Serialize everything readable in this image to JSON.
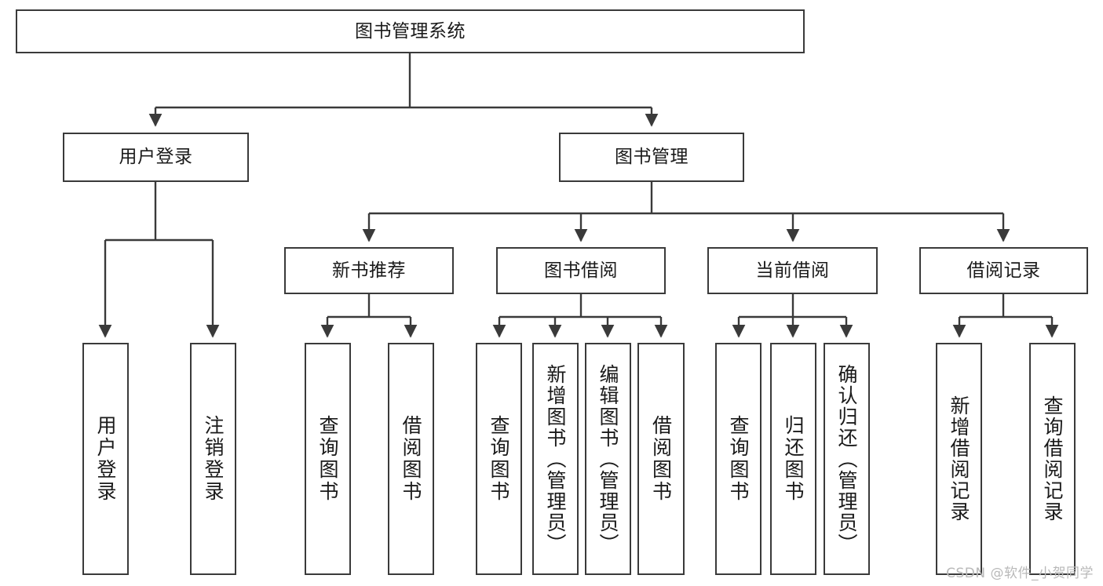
{
  "diagram": {
    "title": "图书管理系统",
    "type": "hierarchy-tree",
    "watermark": "CSDN @软件_小贺同学",
    "colors": {
      "box_border": "#3a3a3a",
      "box_fill": "#ffffff",
      "edge": "#3a3a3a",
      "text": "#1a1a1a",
      "watermark": "#b9b9b9"
    },
    "root": {
      "label": "图书管理系统"
    },
    "level2": [
      {
        "id": "user-login",
        "label": "用户登录"
      },
      {
        "id": "book-management",
        "label": "图书管理"
      }
    ],
    "level3": [
      {
        "id": "new-book-recommend",
        "label": "新书推荐"
      },
      {
        "id": "book-borrow",
        "label": "图书借阅"
      },
      {
        "id": "current-borrow",
        "label": "当前借阅"
      },
      {
        "id": "borrow-record",
        "label": "借阅记录"
      }
    ],
    "leaves": {
      "user_login": [
        {
          "id": "leaf-user-login",
          "label": "用户登录"
        },
        {
          "id": "leaf-logout-login",
          "label": "注销登录"
        }
      ],
      "new_book_recommend": [
        {
          "id": "leaf-query-book-1",
          "label": "查询图书"
        },
        {
          "id": "leaf-borrow-book-1",
          "label": "借阅图书"
        }
      ],
      "book_borrow": [
        {
          "id": "leaf-query-book-2",
          "label": "查询图书"
        },
        {
          "id": "leaf-add-book",
          "label": "新增图书（管理员）"
        },
        {
          "id": "leaf-edit-book",
          "label": "编辑图书（管理员）"
        },
        {
          "id": "leaf-borrow-book-2",
          "label": "借阅图书"
        }
      ],
      "current_borrow": [
        {
          "id": "leaf-query-book-3",
          "label": "查询图书"
        },
        {
          "id": "leaf-return-book",
          "label": "归还图书"
        },
        {
          "id": "leaf-confirm-return",
          "label": "确认归还（管理员）"
        }
      ],
      "borrow_record": [
        {
          "id": "leaf-add-record",
          "label": "新增借阅记录"
        },
        {
          "id": "leaf-query-record",
          "label": "查询借阅记录"
        }
      ]
    }
  }
}
